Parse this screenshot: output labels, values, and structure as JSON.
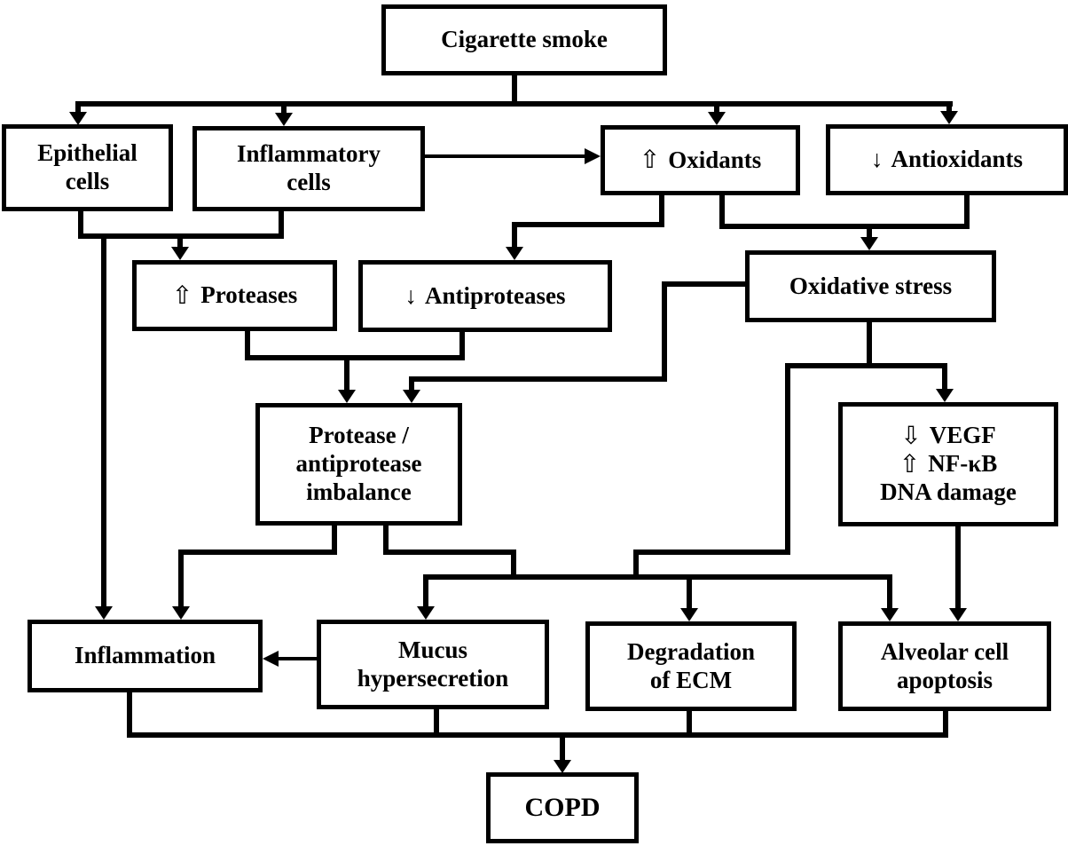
{
  "colors": {
    "line": "#000000",
    "background": "#ffffff"
  },
  "nodes": {
    "cigarette_smoke": {
      "label": "Cigarette smoke"
    },
    "epithelial_cells": {
      "lines": [
        "Epithelial",
        "cells"
      ]
    },
    "inflammatory_cells": {
      "lines": [
        "Inflammatory",
        "cells"
      ]
    },
    "oxidants": {
      "arrow": "⇧",
      "text": "Oxidants"
    },
    "antioxidants": {
      "arrow": "↓",
      "text": "Antioxidants"
    },
    "proteases": {
      "arrow": "⇧",
      "text": "Proteases"
    },
    "antiproteases": {
      "arrow": "↓",
      "text": "Antiproteases"
    },
    "oxidative_stress": {
      "label": "Oxidative stress"
    },
    "imbalance": {
      "lines": [
        "Protease /",
        "antiprotease",
        "imbalance"
      ]
    },
    "vegf_panel": {
      "lines": [
        {
          "arrow": "⇩",
          "text": "VEGF"
        },
        {
          "arrow": "⇧",
          "text": "NF-κB"
        },
        {
          "text": "DNA damage"
        }
      ]
    },
    "inflammation": {
      "label": "Inflammation"
    },
    "mucus_hypersecretion": {
      "lines": [
        "Mucus",
        "hypersecretion"
      ]
    },
    "degradation_ecm": {
      "lines": [
        "Degradation",
        "of ECM"
      ]
    },
    "alveolar_apoptosis": {
      "lines": [
        "Alveolar cell",
        "apoptosis"
      ]
    },
    "copd": {
      "label": "COPD"
    }
  }
}
